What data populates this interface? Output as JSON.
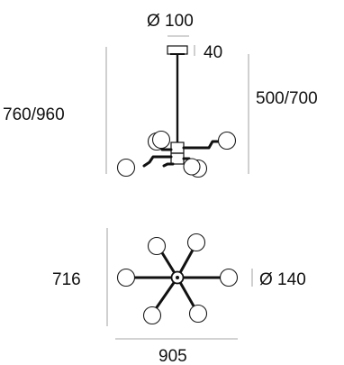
{
  "dimensions": {
    "canopy_diameter": "Ø 100",
    "canopy_height": "40",
    "total_height": "760/960",
    "rod_height": "500/700",
    "width_depth": "716",
    "globe_diameter": "Ø 140",
    "total_width": "905"
  },
  "colors": {
    "lines": "#111111",
    "dimension_lines": "#8a8a8a",
    "globes": "#ffffff"
  }
}
